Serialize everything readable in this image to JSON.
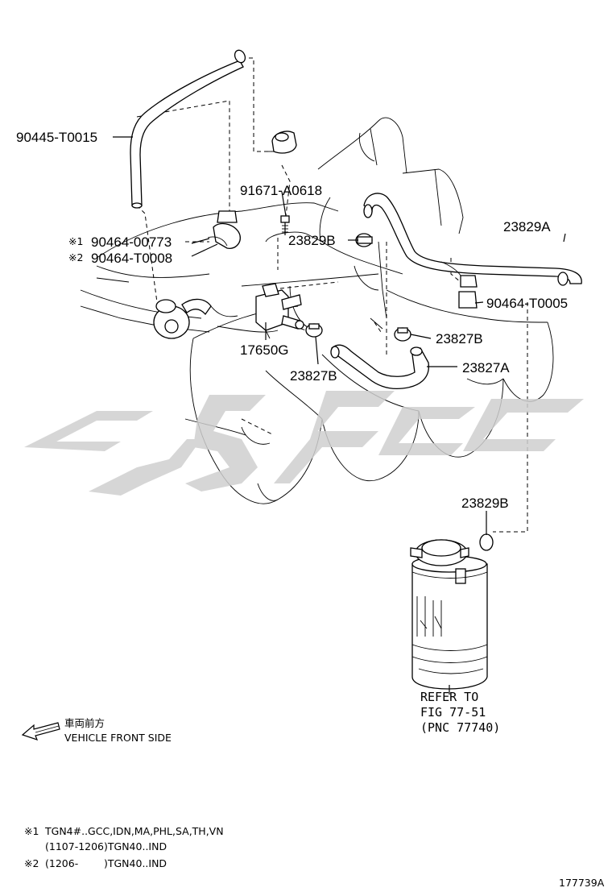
{
  "part_labels": {
    "p90445": "90445-T0015",
    "p91671": "91671-A0618",
    "p23829b_top": "23829B",
    "p23829a": "23829A",
    "p90464_00773": "90464-00773",
    "p90464_t0008": "90464-T0008",
    "p90464_t0005": "90464-T0005",
    "p17650g": "17650G",
    "p23827b_right": "23827B",
    "p23827a": "23827A",
    "p23827b_left": "23827B",
    "p23829b_bottom": "23829B"
  },
  "footnote_marks": {
    "mark1": "※1",
    "mark2": "※2"
  },
  "refer": {
    "line1": "REFER TO",
    "line2": "FIG 77-51",
    "line3": "(PNC 77740)"
  },
  "direction": {
    "japanese": "車両前方",
    "english": "VEHICLE FRONT SIDE"
  },
  "notes": {
    "note1_mark": "※1",
    "note1_line1": "TGN4#..GCC,IDN,MA,PHL,SA,TH,VN",
    "note1_line2": "(1107-1206)TGN40..IND",
    "note2_mark": "※2",
    "note2_line1": "(1206-        )TGN40..IND"
  },
  "illustration_id": "177739A",
  "colors": {
    "line": "#000000",
    "watermark": "#cfcfcf",
    "background": "#ffffff"
  }
}
